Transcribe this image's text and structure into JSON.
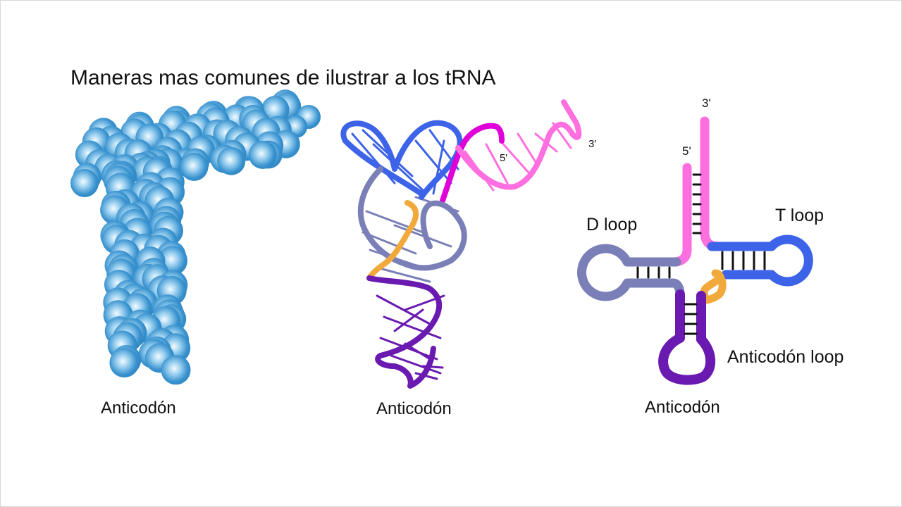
{
  "title": "Maneras mas comunes de ilustrar a los tRNA",
  "panels": {
    "spacefill": {
      "caption": "Anticodón"
    },
    "ribbon": {
      "caption": "Anticodón",
      "label_5": "5'",
      "label_3": "3'"
    },
    "cloverleaf": {
      "caption": "Anticodón",
      "label_5": "5'",
      "label_3": "3'",
      "d_loop": "D loop",
      "t_loop": "T loop",
      "anticodon_loop": "Anticodón loop"
    }
  },
  "colors": {
    "sphere": "#3a93cf",
    "sphere_light": "#e6f3fb",
    "acceptor": "#ff6fe0",
    "acceptor_dark": "#e000d8",
    "t_arm": "#3d63e8",
    "d_arm": "#7a7fb8",
    "variable": "#f2a93b",
    "anticodon": "#6a1ab0"
  }
}
